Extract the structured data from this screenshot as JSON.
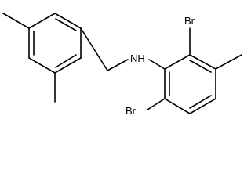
{
  "molecule": {
    "atoms": {
      "amine": "NH",
      "bromine_top": "Br",
      "bromine_bottom": "Br"
    }
  }
}
